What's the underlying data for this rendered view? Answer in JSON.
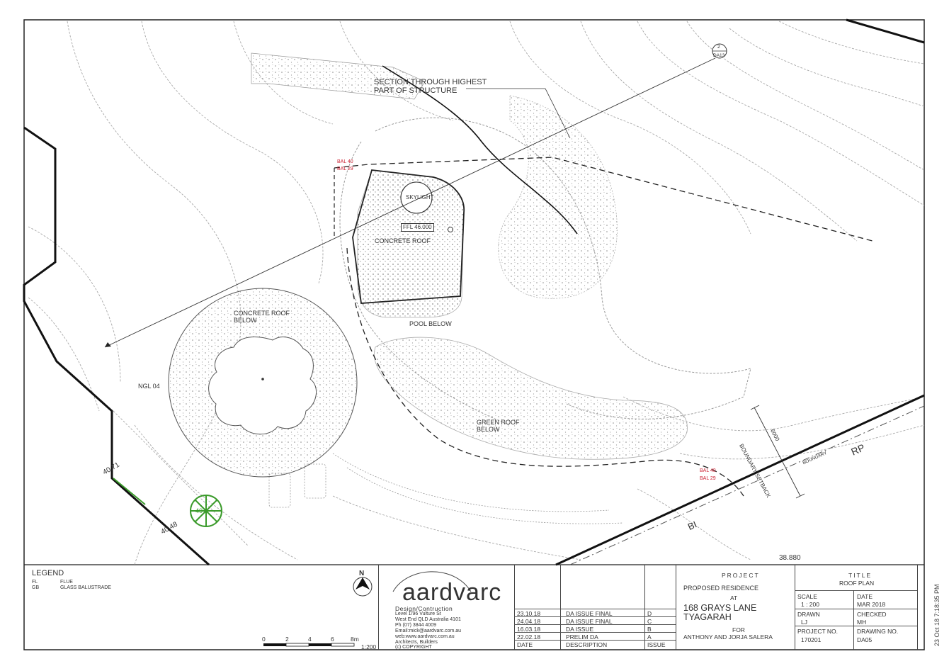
{
  "plan": {
    "section_label_1": "SECTION THROUGH HIGHEST",
    "section_label_2": "PART OF STRUCTURE",
    "section_ref_num": "2",
    "section_ref_sheet": "DA13",
    "skylight": "SKYLIGHT",
    "ffl": "FFL 46.000",
    "concrete_roof": "CONCRETE ROOF",
    "concrete_roof_below_1": "CONCRETE ROOF",
    "concrete_roof_below_2": "BELOW",
    "pool_below": "POOL BELOW",
    "green_roof_1": "GREEN ROOF",
    "green_roof_2": "BELOW",
    "ngl": "NGL 04",
    "bal40_top": "BAL 40",
    "bal29_top": "BAL 29",
    "bal40_bottom": "BAL 40",
    "bal29_bottom": "BAL 29",
    "boundary_setback": "BOUNDARY SETBACK",
    "setback_dim": "6000",
    "boundary": "BOUNDARY",
    "rp_mark": "RP",
    "level_4071": "40.71",
    "level_4048": "40.48",
    "tree_level": "40",
    "road_mark": "BI",
    "corner_level": "38.880"
  },
  "legend": {
    "title": "LEGEND",
    "items": [
      {
        "code": "FL",
        "desc": "FLUE"
      },
      {
        "code": "GB",
        "desc": "GLASS BALUSTRADE"
      }
    ],
    "north": "N",
    "scale_ticks": [
      "0",
      "2",
      "4",
      "6",
      "8m"
    ],
    "scale_ratio": "1:200"
  },
  "company": {
    "logo": "aardvarc",
    "tagline": "Design/Contruction",
    "address_lines": [
      "Level 1/96 Vulture St",
      "West End QLD Australia 4101",
      "Ph (07) 3844 4009",
      "Email:mick@aardvarc.com.au",
      "web:www.aardvarc.com.au",
      "Architects, Builders",
      "(c) COPYRIGHT"
    ]
  },
  "revisions": {
    "rows": [
      {
        "date": "23.10.18",
        "desc": "DA ISSUE FINAL",
        "issue": "D"
      },
      {
        "date": "24.04.18",
        "desc": "DA ISSUE FINAL",
        "issue": "C"
      },
      {
        "date": "16.03.18",
        "desc": "DA ISSUE",
        "issue": "B"
      },
      {
        "date": "22.02.18",
        "desc": "PRELIM DA",
        "issue": "A"
      }
    ],
    "head_date": "DATE",
    "head_desc": "DESCRIPTION",
    "head_issue": "ISSUE"
  },
  "project": {
    "heading": "PROJECT",
    "type": "PROPOSED RESIDENCE",
    "at": "AT",
    "address_1": "168 GRAYS LANE",
    "address_2": "TYAGARAH",
    "for": "FOR",
    "client": "ANTHONY AND JORJA SALERA"
  },
  "title": {
    "heading": "TITLE",
    "name": "ROOF PLAN",
    "scale_label": "SCALE",
    "scale": "1 : 200",
    "date_label": "DATE",
    "date": "MAR 2018",
    "drawn_label": "DRAWN",
    "drawn": "LJ",
    "checked_label": "CHECKED",
    "checked": "MH",
    "project_no_label": "PROJECT NO.",
    "project_no": "170201",
    "drawing_no_label": "DRAWING NO.",
    "drawing_no": "DA05"
  },
  "print_stamp": "23 Oct 18 7:18:35 PM",
  "colors": {
    "ink": "#222222",
    "contour": "#9a9a9a",
    "bal_red": "#cc2233",
    "tree_green": "#3a9a2a"
  }
}
